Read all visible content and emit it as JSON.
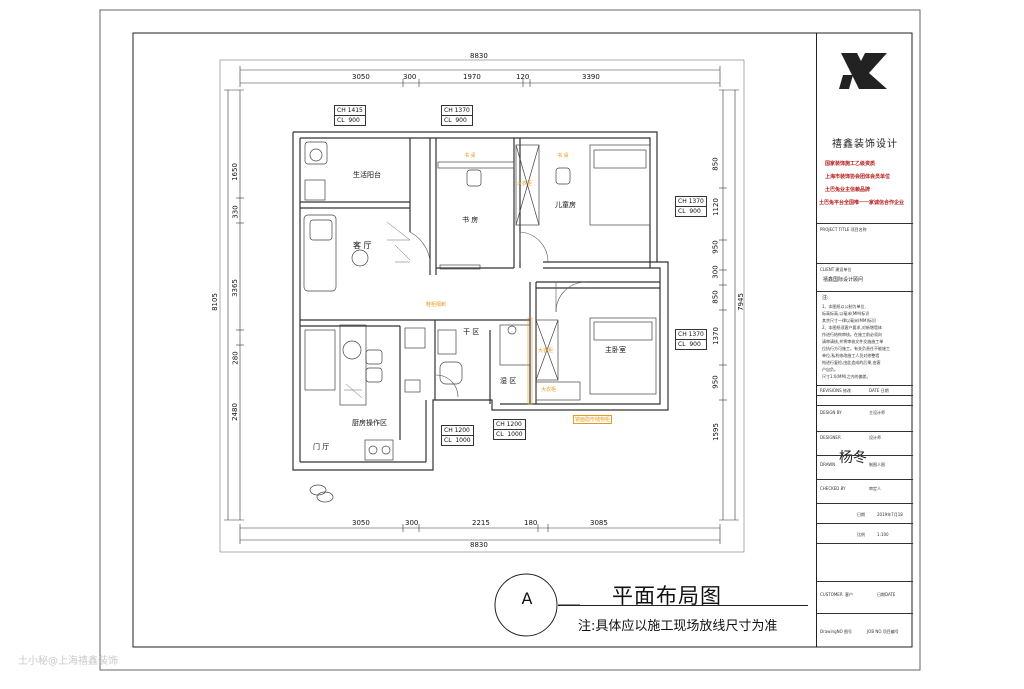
{
  "plan": {
    "title": "平面布局图",
    "note": "注:具体应以施工现场放线尺寸为准",
    "letter": "A"
  },
  "dimensions": {
    "top_total": "8830",
    "top_segments": [
      "3050",
      "300",
      "1970",
      "120",
      "3390"
    ],
    "bottom_total": "8830",
    "bottom_segments": [
      "3050",
      "300",
      "2215",
      "180",
      "3085"
    ],
    "left_total": "8105",
    "left_segments": [
      "1650",
      "330",
      "3365",
      "280",
      "2480"
    ],
    "right_total": "7945",
    "right_segments": [
      "850",
      "1120",
      "950",
      "300",
      "850",
      "1370",
      "950",
      "1595"
    ]
  },
  "rooms": {
    "balcony": "生活阳台",
    "study": "书 房",
    "kids_room": "儿童房",
    "living_room": "客 厅",
    "dry_area": "干 区",
    "bath": "湿 区",
    "master_bedroom": "主卧室",
    "kitchen": "厨房操作区",
    "foyer": "门 厅"
  },
  "tags": {
    "study_desk": "书 桌",
    "kids_desk": "书 桌",
    "wardrobe_1": "大衣柜",
    "wardrobe_2": "大衣柜",
    "wardrobe_3": "大衣柜",
    "shoe_cabinet": "鞋柜隔断",
    "mirror_cabinet": "镜面隐形储物柜"
  },
  "height_labels": [
    {
      "id": "w1",
      "ch": "1415",
      "cl": "900"
    },
    {
      "id": "w2",
      "ch": "1370",
      "cl": "900"
    },
    {
      "id": "w3",
      "ch": "1370",
      "cl": "900"
    },
    {
      "id": "w4",
      "ch": "1370",
      "cl": "900"
    },
    {
      "id": "w5",
      "ch": "1200",
      "cl": "1000"
    },
    {
      "id": "w6",
      "ch": "1200",
      "cl": "1000"
    }
  ],
  "title_block": {
    "company": "禧鑫装饰设计",
    "lines": [
      "国家装饰施工乙级资质",
      "上海市装饰协会团体会员单位",
      "土巴兔业主信赖品牌",
      "土巴兔平台全国唯一一家诚信合作企业"
    ],
    "project_title": "PROJECT TITLE 项目名称",
    "client": "CLIENT 建设单位",
    "client_value": "禧鑫国际设计顾问",
    "notes_head": "注:",
    "notes": [
      "1、本图纸以公制为单位,",
      "标高标高,以毫米(MM)标识",
      "其余尺寸一律以毫米(MM)标识",
      "2、本图纸须客户要求,对新增墙体",
      "作进行结构审核。在施工前必须向",
      "请审请核,并将审核文件交施施工单",
      "位执行方可施工。有关负责任不能施工",
      "单位,私利修改施工人员对修整墙",
      "构进行复检,由此造成的后果,由客",
      "户自负。",
      "尺寸1:0(MM)之内的偏差。"
    ],
    "revisions": "REVISIONS 修改",
    "date": "DATE 日期",
    "design_by_label": "DESIGN BY",
    "design_by_value": "主设计师",
    "designer": "杨冬",
    "designer_label": "DESIGNER",
    "designer_value": "设计师",
    "drawn_label": "DRAWN",
    "drawn_value": "制图人图",
    "checked_label": "CHECKED BY",
    "checked_value": "审定人",
    "date_label": "日期",
    "date_value": "2019年7月18",
    "scale_label": "比例",
    "scale_value": "1:100",
    "customer_label": "CUSTOMER",
    "customer_value": "客户",
    "date2": "日期DATE",
    "drawing_no": "DrawingNO 图号",
    "job_no": "JOB NO 项目编号"
  },
  "watermark": "土小秘@上海禧鑫装饰",
  "colors": {
    "line": "#222222",
    "wall": "#444444",
    "orange": "#e89a1c",
    "label_border": "#333333"
  }
}
